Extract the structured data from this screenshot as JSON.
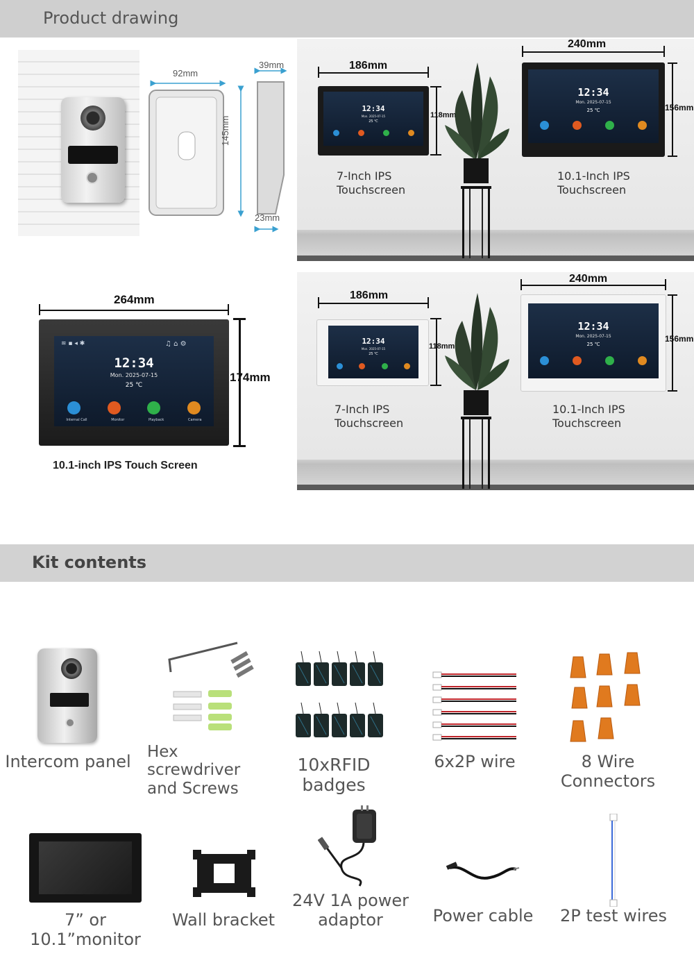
{
  "headers": {
    "product_drawing": "Product drawing",
    "kit_contents": "Kit contents"
  },
  "panel_dims": {
    "width": "92mm",
    "height": "145mm",
    "depth": "39mm",
    "base": "23mm"
  },
  "display_row1": {
    "small_width": "186mm",
    "small_height": "118mm",
    "large_width": "240mm",
    "large_height": "156mm",
    "small_caption_1": "7-Inch IPS",
    "small_caption_2": "Touchscreen",
    "large_caption_1": "10.1-Inch IPS",
    "large_caption_2": "Touchscreen"
  },
  "display_large": {
    "width": "264mm",
    "height": "174mm",
    "caption": "10.1-inch IPS Touch Screen"
  },
  "display_row2": {
    "small_width": "186mm",
    "small_height": "118mm",
    "large_width": "240mm",
    "large_height": "156mm",
    "small_caption_1": "7-Inch IPS",
    "small_caption_2": "Touchscreen",
    "large_caption_1": "10.1-Inch IPS",
    "large_caption_2": "Touchscreen"
  },
  "screen_ui": {
    "time": "12:34",
    "date": "Mon. 2025-07-15",
    "temp": "25 ℃",
    "apps": [
      "Internal Call",
      "Monitor",
      "Playback",
      "Camera"
    ]
  },
  "kit": {
    "row1": [
      {
        "label": "Intercom panel"
      },
      {
        "label": "Hex screwdriver and Screws"
      },
      {
        "label": "10xRFID badges"
      },
      {
        "label": "6x2P wire"
      },
      {
        "label": "8 Wire Connectors"
      }
    ],
    "row2": [
      {
        "label": "7” or 10.1”monitor"
      },
      {
        "label": "Wall bracket"
      },
      {
        "label": "24V 1A power adaptor"
      },
      {
        "label": "Power cable"
      },
      {
        "label": "2P test wires"
      }
    ]
  },
  "colors": {
    "header_bg": "#cfcfcf",
    "screen_bg": "#0e1a2b",
    "connector": "#e07a1f",
    "dim_text": "#2f8fbf"
  }
}
